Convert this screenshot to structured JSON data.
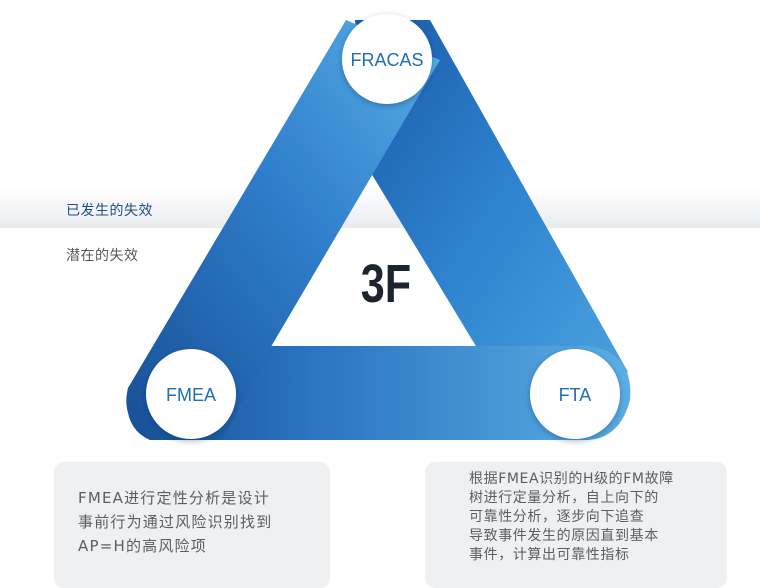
{
  "center_label": "3F",
  "nodes": {
    "top": "FRACAS",
    "left": "FMEA",
    "right": "FTA"
  },
  "side_labels": {
    "occurred": "已发生的失效",
    "potential": "潜在的失效"
  },
  "cards": {
    "fmea_text": "FMEA进行定性分析是设计\n事前行为通过风险识别找到\nAP=H的高风险项",
    "fta_text": "根据FMEA识别的H级的FM故障\n树进行定量分析，自上向下的\n可靠性分析，逐步向下追查\n导致事件发生的原因直到基本\n事件，计算出可靠性指标"
  },
  "colors": {
    "primary_blue": "#1f6fc0",
    "light_blue": "#4aa3dd",
    "dark_blue": "#174f95",
    "label_blue": "#1f6fb8",
    "center_text": "#1d2430",
    "card_bg": "#eef0f2"
  }
}
